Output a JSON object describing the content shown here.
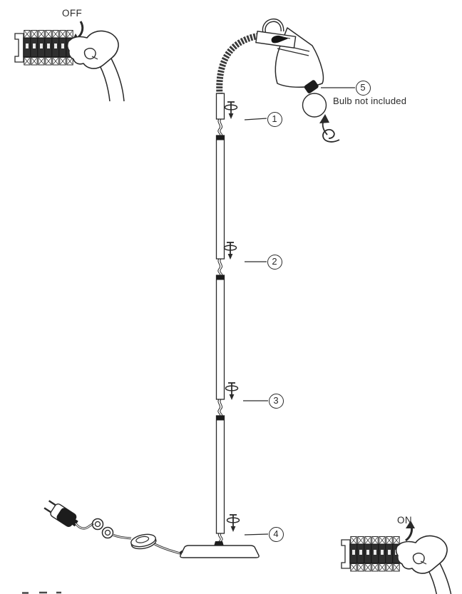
{
  "diagram": {
    "title_semantic": "floor-lamp-assembly-instructions",
    "off_label": "OFF",
    "on_label": "ON",
    "bulb_note": "Bulb not included",
    "callouts": [
      {
        "number": "1"
      },
      {
        "number": "2"
      },
      {
        "number": "3"
      },
      {
        "number": "4"
      },
      {
        "number": "5"
      }
    ],
    "icons": {
      "screw_rotate": "screw-rotate-icon",
      "bulb_rotate": "bulb-rotate-icon",
      "arrow_off": "curved-arrow-down-icon",
      "arrow_on": "curved-arrow-up-icon"
    },
    "colors": {
      "ink": "#2a2a2a",
      "dark_fill": "#1c1c1c",
      "paper": "#ffffff"
    }
  }
}
